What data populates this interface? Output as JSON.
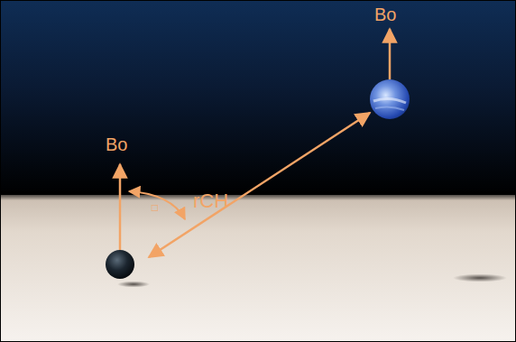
{
  "diagram": {
    "labels": [
      "Bo",
      "Bo",
      "rCH",
      "□"
    ]
  }
}
